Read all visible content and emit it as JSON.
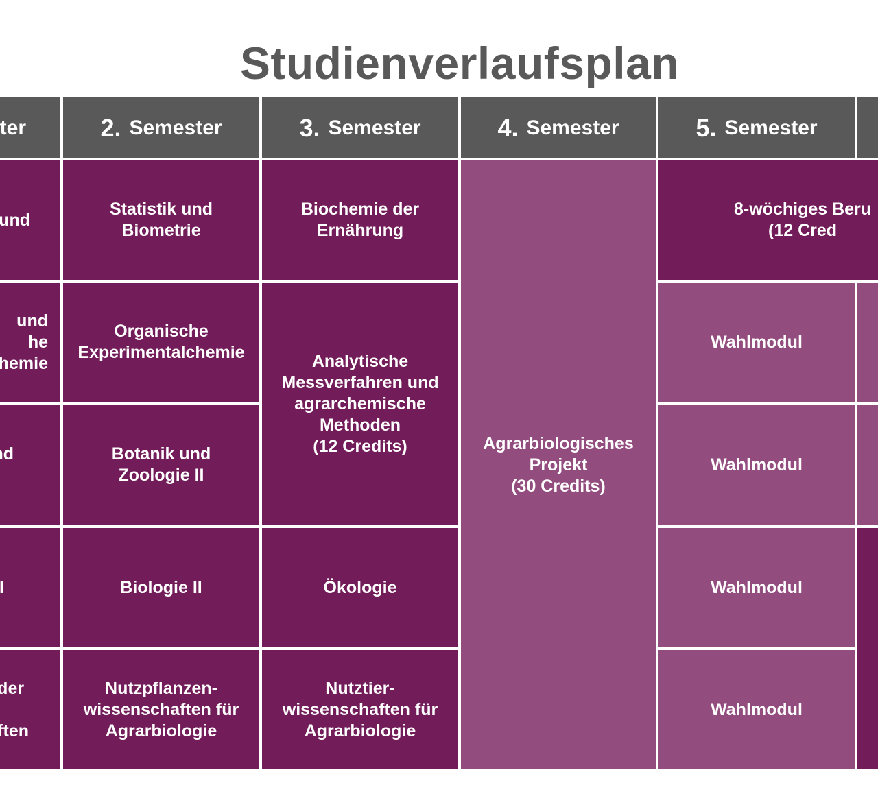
{
  "title": "Studienverlaufsplan",
  "headers": [
    {
      "num": "",
      "label": "ter"
    },
    {
      "num": "2.",
      "label": "Semester"
    },
    {
      "num": "3.",
      "label": "Semester"
    },
    {
      "num": "4.",
      "label": "Semester"
    },
    {
      "num": "5.",
      "label": "Semester"
    }
  ],
  "semester1": {
    "m1": "und",
    "m2": "und\nhe\nhemie",
    "m3": "nd\nI",
    "m4": "I",
    "m5": "der\n\nften"
  },
  "semester2": {
    "m1": "Statistik  und\nBiometrie",
    "m2": "Organische\nExperimentalchemie",
    "m3": "Botanik und\nZoologie  II",
    "m4": "Biologie II",
    "m5": "Nutzpflanzen-\nwissenschaften für\nAgrarbiologie"
  },
  "semester3": {
    "m1": "Biochemie der\nErnährung",
    "m2": "Analytische\nMessverfahren und\nagrarchemische\nMethoden\n(12 Credits)",
    "m4": "Ökologie",
    "m5": "Nutztier-\nwissenschaften für\nAgrarbiologie"
  },
  "semester4": {
    "project": "Agrarbiologisches\nProjekt\n(30 Credits)"
  },
  "semester5": {
    "internship": "8-wöchiges Beru\n(12 Cred",
    "wahl1": "Wahlmodul",
    "wahl2": "Wahlmodul",
    "wahl3": "Wahlmodul",
    "wahl4": "Wahlmodul"
  }
}
